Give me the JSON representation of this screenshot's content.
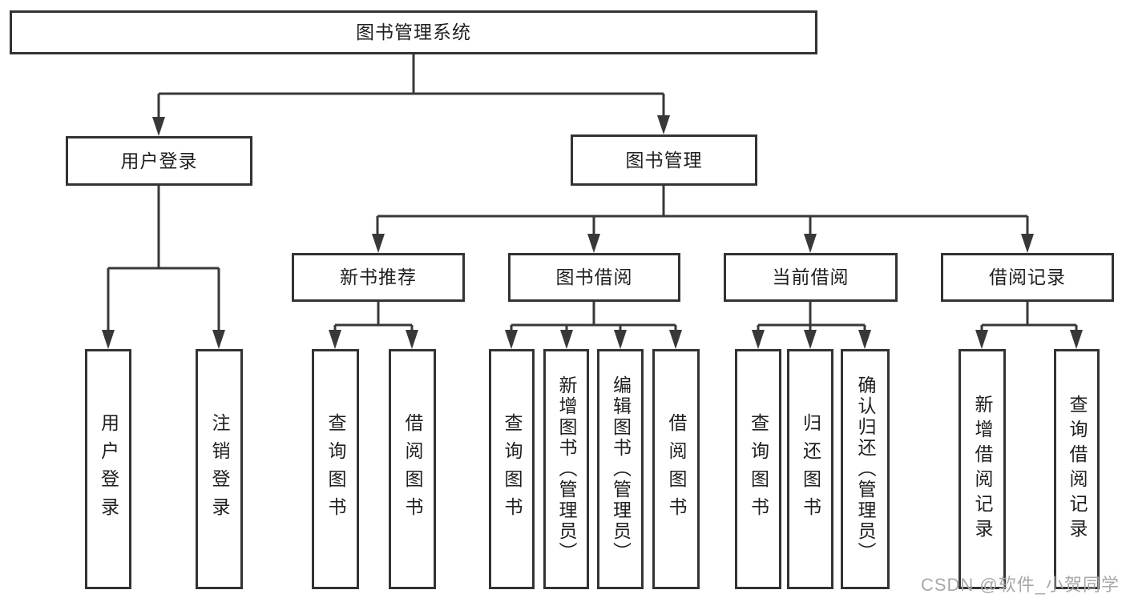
{
  "diagram": {
    "type": "hierarchy-tree",
    "colors": {
      "line": "#383838",
      "box_border": "#333333",
      "text": "#1f1f1f",
      "watermark": "#a8a8a8",
      "background": "#ffffff"
    },
    "tree": {
      "root": {
        "label": "图书管理系统",
        "children": [
          {
            "label": "用户登录",
            "children": [
              {
                "label": "用户登录"
              },
              {
                "label": "注销登录"
              }
            ]
          },
          {
            "label": "图书管理",
            "children": [
              {
                "label": "新书推荐",
                "children": [
                  {
                    "label": "查询图书"
                  },
                  {
                    "label": "借阅图书"
                  }
                ]
              },
              {
                "label": "图书借阅",
                "children": [
                  {
                    "label": "查询图书"
                  },
                  {
                    "label": "新增图书（管理员）"
                  },
                  {
                    "label": "编辑图书（管理员）"
                  },
                  {
                    "label": "借阅图书"
                  }
                ]
              },
              {
                "label": "当前借阅",
                "children": [
                  {
                    "label": "查询图书"
                  },
                  {
                    "label": "归还图书"
                  },
                  {
                    "label": "确认归还（管理员）"
                  }
                ]
              },
              {
                "label": "借阅记录",
                "children": [
                  {
                    "label": "新增借阅记录"
                  },
                  {
                    "label": "查询借阅记录"
                  }
                ]
              }
            ]
          }
        ]
      }
    }
  },
  "watermark": {
    "text": "CSDN @软件_小贺同学"
  }
}
